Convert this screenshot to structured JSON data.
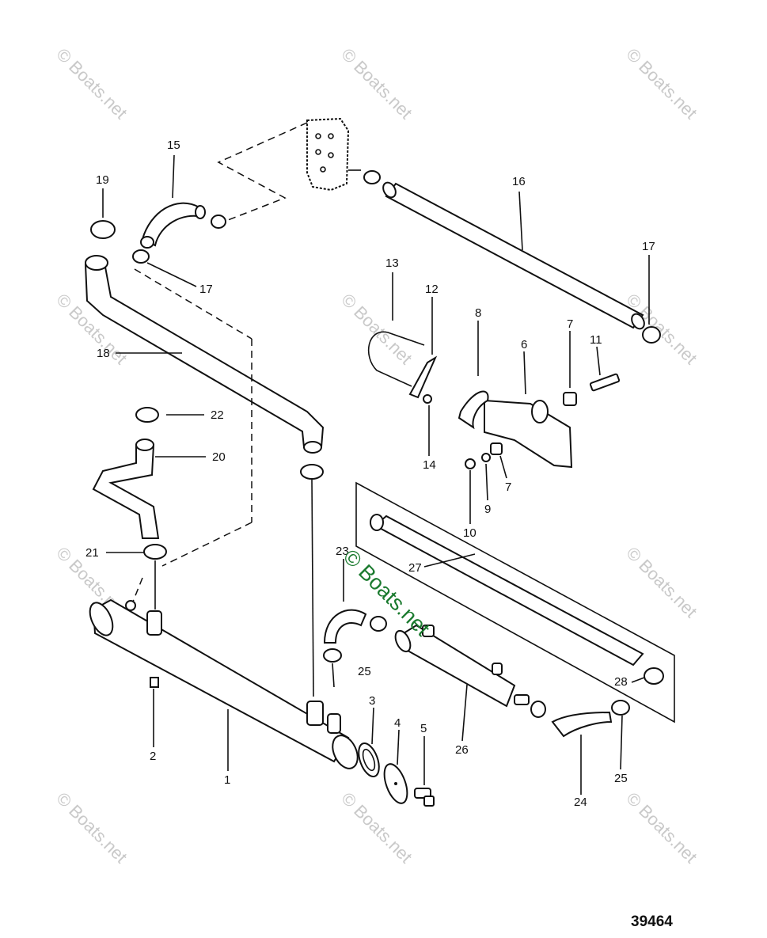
{
  "watermark": "© Boats.net",
  "callouts": {
    "c1": "1",
    "c2": "2",
    "c3": "3",
    "c4": "4",
    "c5": "5",
    "c6": "6",
    "c7a": "7",
    "c7b": "7",
    "c8": "8",
    "c9": "9",
    "c10": "10",
    "c11": "11",
    "c12": "12",
    "c13": "13",
    "c14": "14",
    "c15": "15",
    "c16": "16",
    "c17a": "17",
    "c17b": "17",
    "c18": "18",
    "c19": "19",
    "c20": "20",
    "c21": "21",
    "c22": "22",
    "c23": "23",
    "c24": "24",
    "c25a": "25",
    "c25b": "25",
    "c26": "26",
    "c27": "27",
    "c28": "28"
  },
  "figure_number": "39464"
}
